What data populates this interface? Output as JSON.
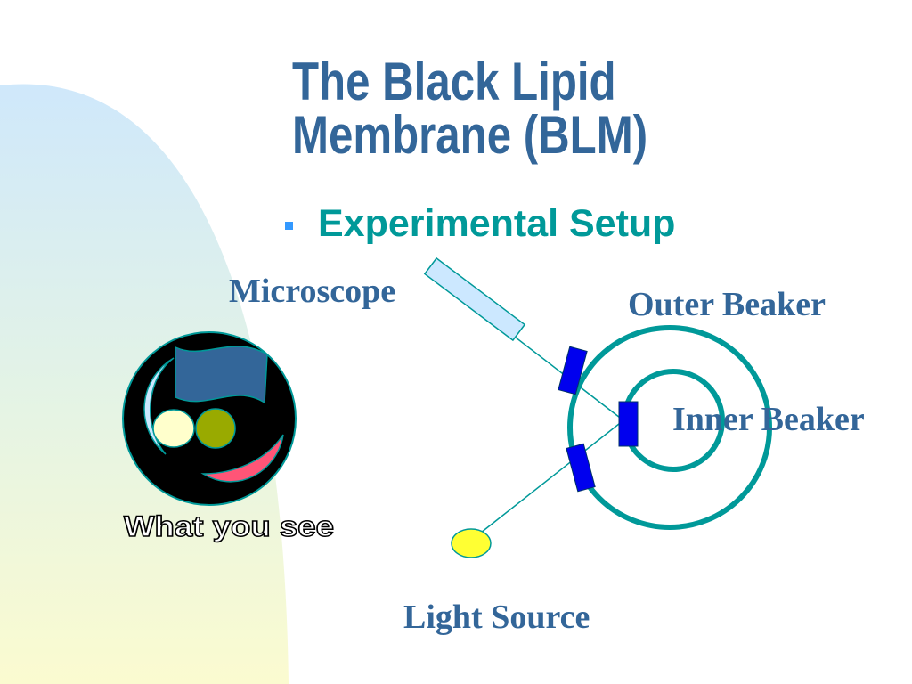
{
  "slide": {
    "title_line1": "The Black Lipid",
    "title_line2": "Membrane (BLM)",
    "bullet": "Experimental Setup"
  },
  "diagram": {
    "microscope_label": "Microscope",
    "outer_beaker_label": "Outer Beaker",
    "inner_beaker_label": "Inner Beaker",
    "light_source_label": "Light Source",
    "view_caption": "What you see"
  },
  "colors": {
    "title": "#336699",
    "bullet_text": "#009999",
    "bullet_square": "#3399ff",
    "label": "#336699",
    "beaker_ring": "#009999",
    "window_block": "#0000ee",
    "microscope_tube": "#cce8ff",
    "light_source": "#ffff33",
    "view_background": "#000000",
    "view_crescent": "#cce8ff",
    "view_flag": "#336699",
    "view_pale_circle": "#ffffcc",
    "view_olive_circle": "#99aa00",
    "view_pink_crescent": "#ff5577"
  },
  "icons": {
    "bullet": "square-bullet-icon",
    "microscope": "microscope-tube-icon",
    "light_source": "light-bulb-icon"
  }
}
